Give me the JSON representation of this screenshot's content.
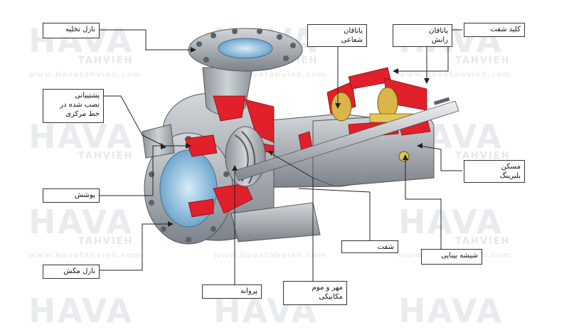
{
  "labels": {
    "discharge_nozzle": "نازل تخلیه",
    "radial_bearing": "یاتاقان\nشعاعی",
    "thrust_bearing": "یاتاقان\nرانش",
    "shaft_key": "کلید شفت",
    "centerline_support": "پشتیبانی\nنصب شده در\nخط مرکزی",
    "casing": "پوشش",
    "suction_nozzle": "نازل مکش",
    "impeller": "پروانه",
    "mechanical_seal": "مهر و موم مکانیکی",
    "shaft": "شفت",
    "sight_glass": "شیشه بینایی",
    "bearing_housing": "مسکن\nبلبرینگ"
  },
  "watermark": {
    "brand": "HAVA",
    "sub": "TAHVIEH",
    "url": "www.havatahvieh.com"
  },
  "colors": {
    "section_red": "#e0202a",
    "metal": "#b7bcc2",
    "brass": "#d9b54a",
    "water_blue": "#9fc8e4"
  }
}
